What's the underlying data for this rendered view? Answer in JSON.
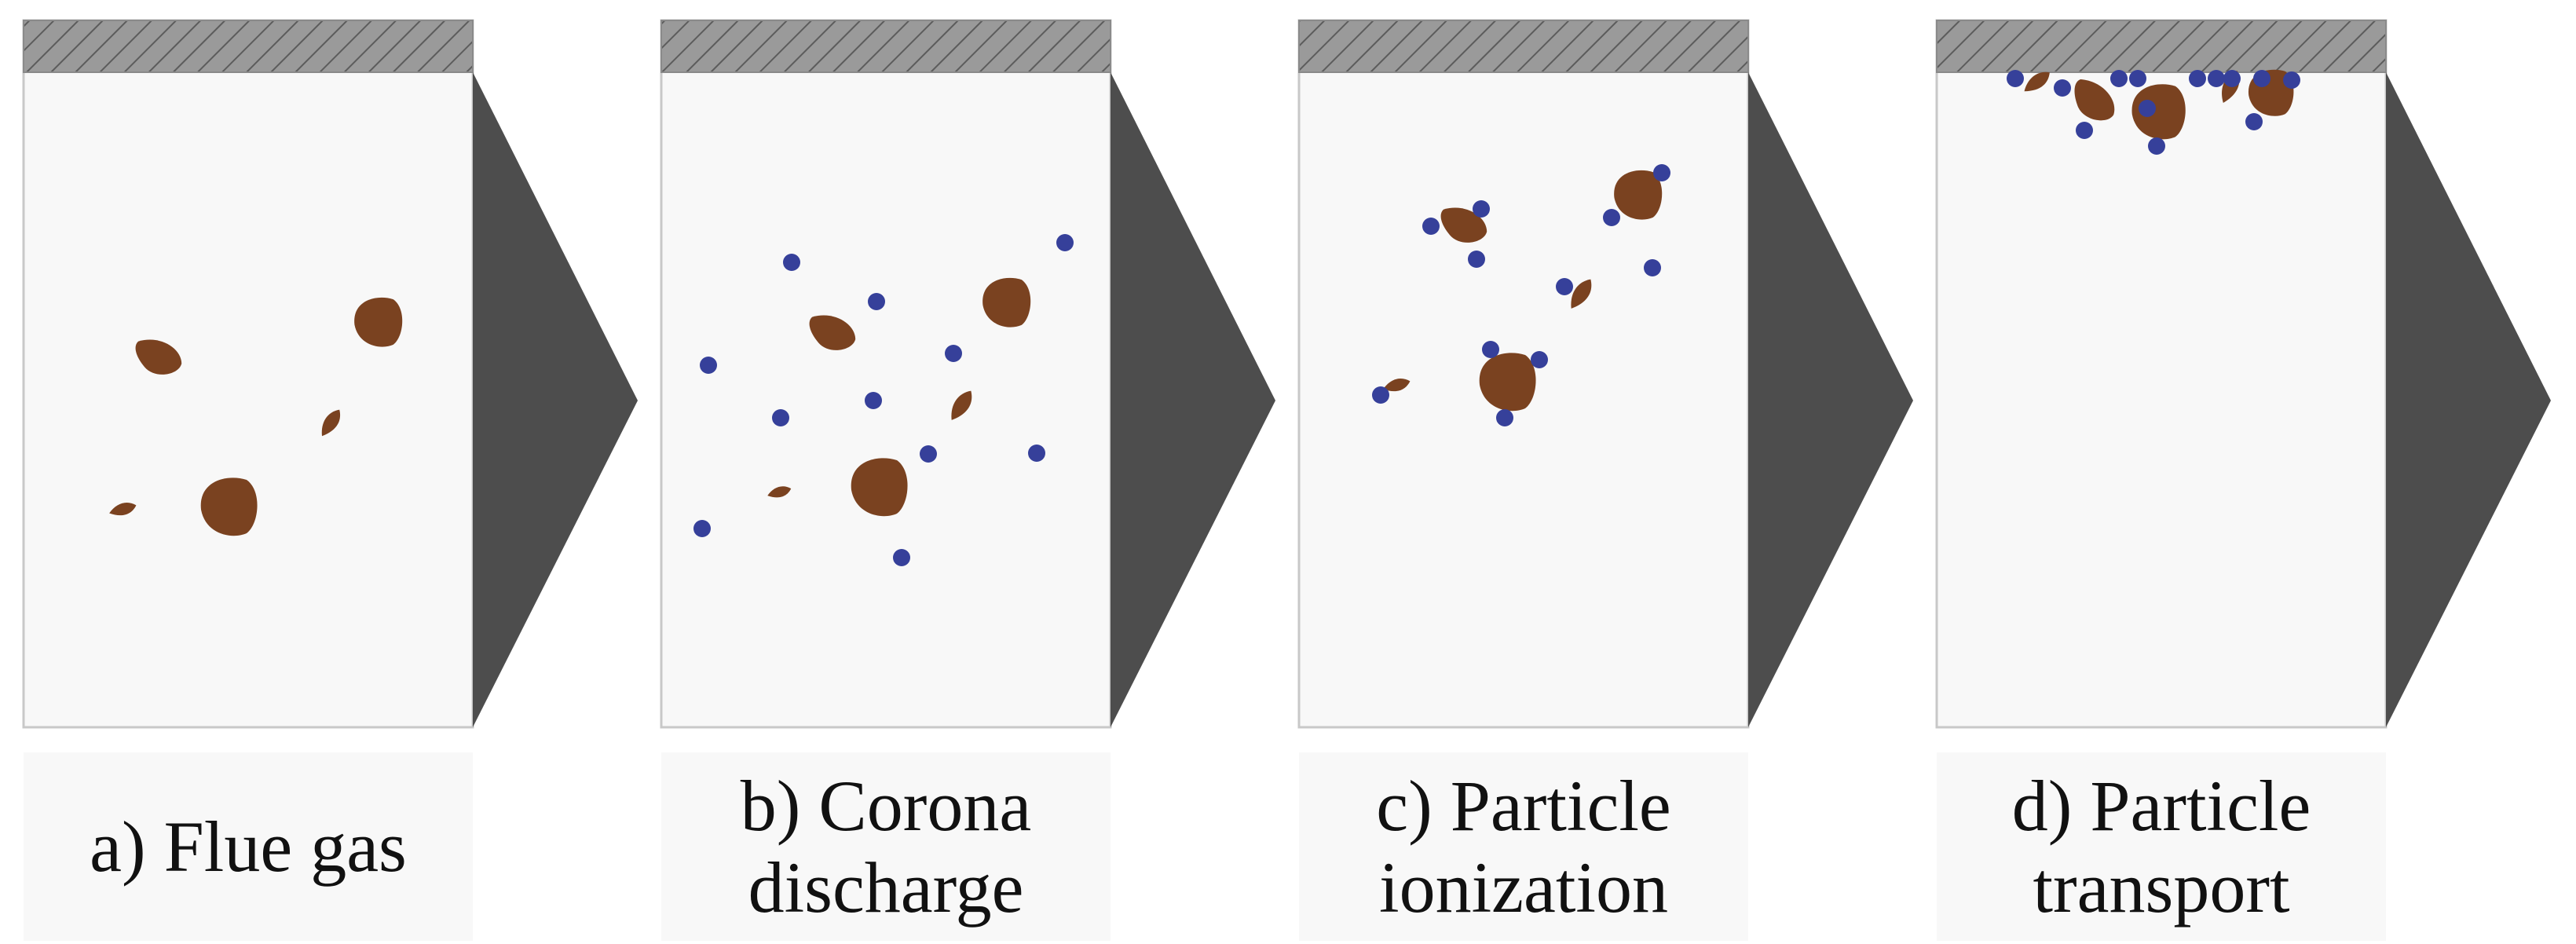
{
  "colors": {
    "panel_fill": "#f8f8f8",
    "panel_border": "#c8c8c8",
    "electrode_fill": "#9a9a9a",
    "electrode_hatch": "#5c5c5c",
    "arrow_fill": "#4d4d4d",
    "particle_fill": "#7a4220",
    "ion_fill": "#36409a"
  },
  "panels": [
    {
      "caption_lines": [
        "a) Flue gas"
      ],
      "particles": [],
      "ions": []
    },
    {
      "caption_lines": [
        "b) Corona",
        "discharge"
      ],
      "particles": [],
      "ions": []
    },
    {
      "caption_lines": [
        "c) Particle",
        "ionization"
      ],
      "particles": [],
      "ions": []
    },
    {
      "caption_lines": [
        "d) Particle",
        "transport"
      ],
      "particles": [],
      "ions": []
    }
  ]
}
